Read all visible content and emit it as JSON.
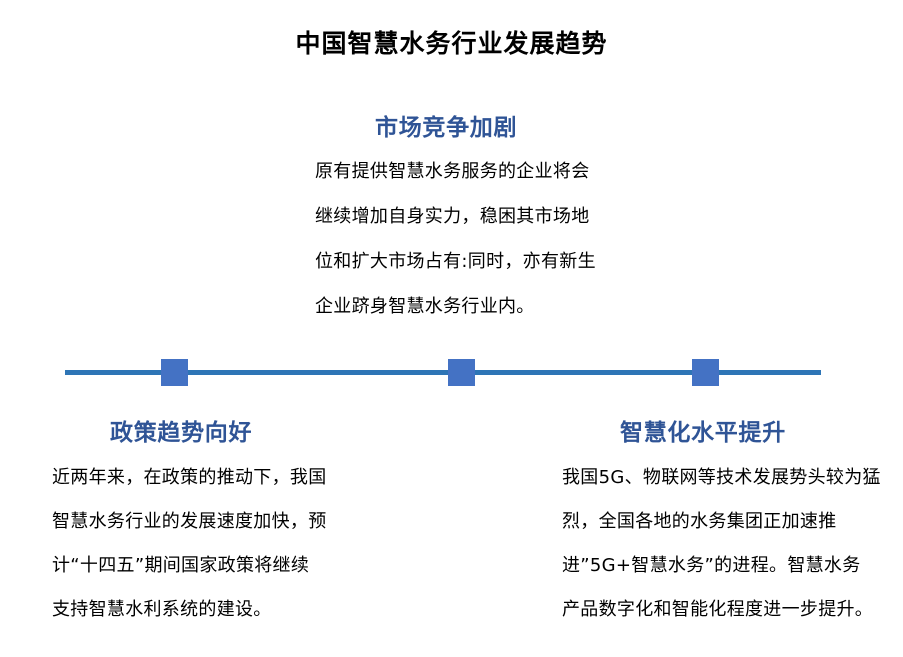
{
  "page_title": "中国智慧水务行业发展趋势",
  "colors": {
    "background": "#FFFFFF",
    "body_text": "#000000",
    "heading_blue": "#2F5496",
    "timeline_line_blue": "#2E75B6",
    "timeline_node_blue": "#4472C4"
  },
  "timeline": {
    "node_count": 3
  },
  "sections": {
    "market": {
      "title": "市场竞争加剧",
      "lines": [
        "原有提供智慧水务服务的企业将会",
        "继续增加自身实力，稳困其市场地",
        "位和扩大市场占有:同时，亦有新生",
        "企业跻身智慧水务行业内。"
      ]
    },
    "policy": {
      "title": "政策趋势向好",
      "lines": [
        "近两年来，在政策的推动下，我国",
        "智慧水务行业的发展速度加快，预",
        "计“十四五”期间国家政策将继续",
        "支持智慧水利系统的建设。"
      ]
    },
    "smart": {
      "title": "智慧化水平提升",
      "lines": [
        "我国5G、物联网等技术发展势头较为猛",
        "烈，全国各地的水务集团正加速推",
        "进”5G+智慧水务”的进程。智慧水务",
        "产品数字化和智能化程度进一步提升。"
      ]
    }
  }
}
